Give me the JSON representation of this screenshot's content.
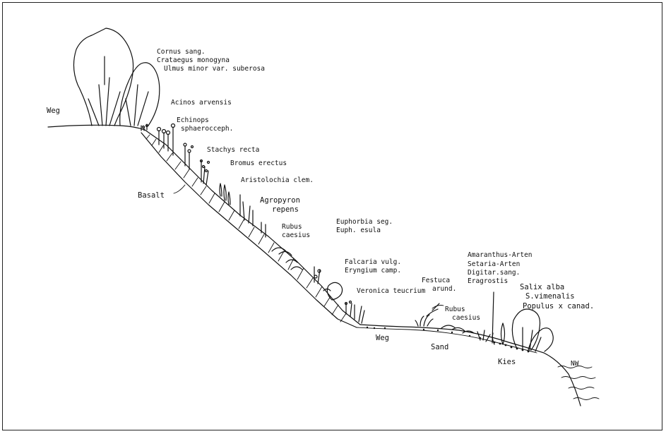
{
  "labels": {
    "weg_top": "Weg",
    "cornus": "Cornus sang.",
    "crataegus": "Crataegus monogyna",
    "ulmus": "Ulmus minor var. suberosa",
    "acinos": "Acinos arvensis",
    "echinops1": "Echinops",
    "echinops2": "sphaerocceph.",
    "stachys": "Stachys recta",
    "bromus": "Bromus erectus",
    "aristolochia": "Aristolochia clem.",
    "basalt": "Basalt",
    "agropyron1": "Agropyron",
    "agropyron2": "repens",
    "rubus1a": "Rubus",
    "rubus1b": "caesius",
    "euphorbia1": "Euphorbia seg.",
    "euphorbia2": "Euph. esula",
    "falcaria1": "Falcaria vulg.",
    "falcaria2": "Eryngium camp.",
    "veronica": "Veronica teucrium",
    "festuca1": "Festuca",
    "festuca2": "arund.",
    "rubus2a": "Rubus",
    "rubus2b": "caesius",
    "amaranthus": "Amaranthus-Arten",
    "setaria": "Setaria-Arten",
    "digitar": "Digitar.sang.",
    "eragrostis": "Eragrostis",
    "salix1": "Salix alba",
    "salix2": "S.vimenalis",
    "salix3": "Populus x canad.",
    "weg_bottom": "Weg",
    "sand": "Sand",
    "kies": "Kies",
    "nw": "NW"
  }
}
